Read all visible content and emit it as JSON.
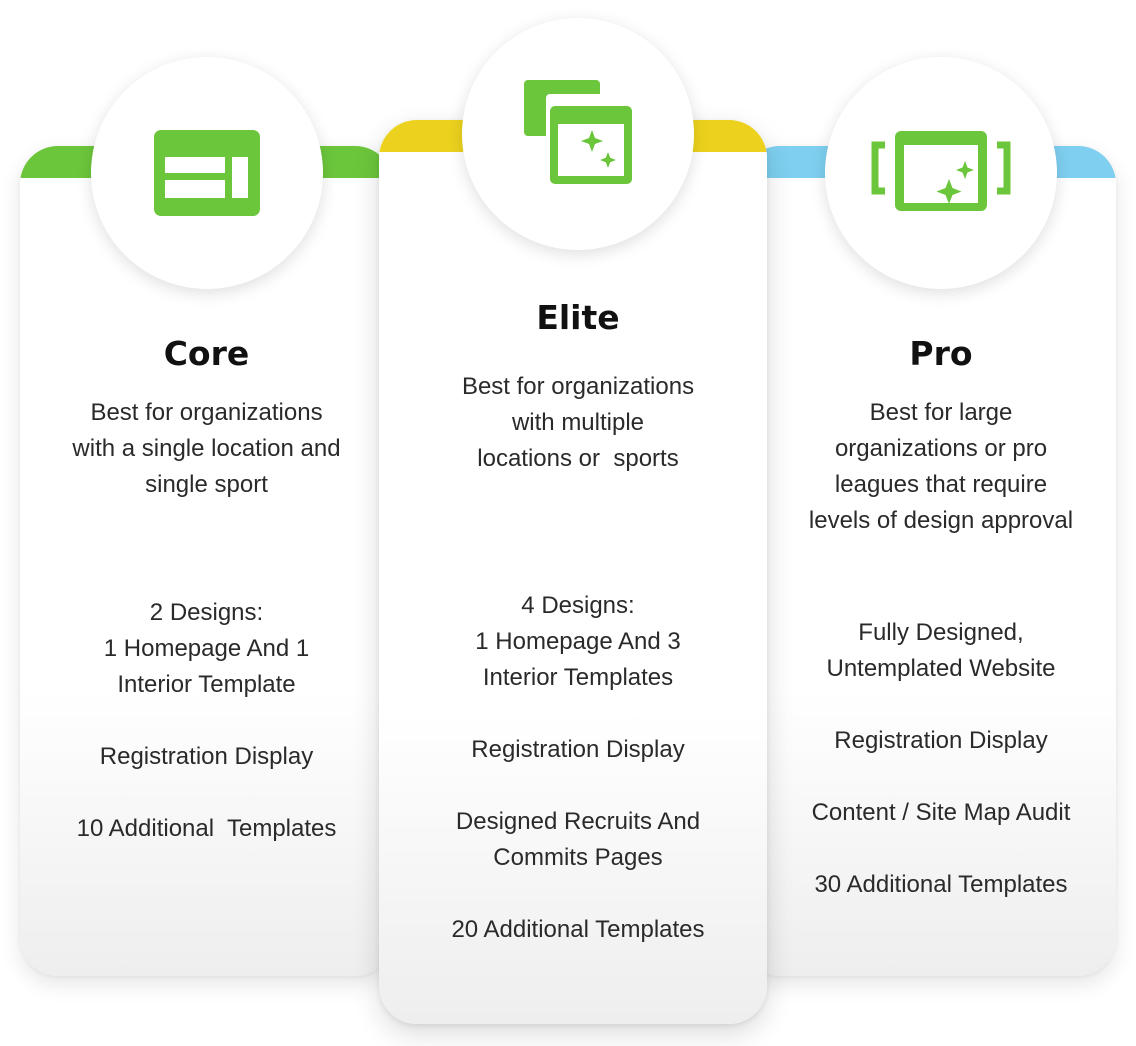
{
  "plans": [
    {
      "name": "Core",
      "accent": "#6cc63c",
      "icon": "layout-template-icon",
      "description": [
        "Best for organizations",
        "with a single location and",
        "single sport"
      ],
      "features": [
        [
          "2 Designs:",
          "1 Homepage And 1",
          "Interior Template"
        ],
        [
          "Registration Display"
        ],
        [
          "10 Additional  Templates"
        ]
      ]
    },
    {
      "name": "Elite",
      "accent": "#ecd21e",
      "icon": "multiple-windows-sparkle-icon",
      "description": [
        "Best for organizations",
        "with multiple",
        "locations or  sports"
      ],
      "features": [
        [
          "4 Designs:",
          "1 Homepage And 3",
          "Interior Templates"
        ],
        [
          "Registration Display"
        ],
        [
          "Designed Recruits And",
          "Commits Pages"
        ],
        [
          "20 Additional Templates"
        ]
      ]
    },
    {
      "name": "Pro",
      "accent": "#7ecff0",
      "icon": "custom-website-sparkle-icon",
      "description": [
        "Best for large",
        "organizations or pro",
        "leagues that require",
        "levels of design approval"
      ],
      "features": [
        [
          "Fully Designed,",
          "Untemplated Website"
        ],
        [
          "Registration Display"
        ],
        [
          "Content / Site Map Audit"
        ],
        [
          "30 Additional Templates"
        ]
      ]
    }
  ],
  "colors": {
    "icon_green": "#6cc63c"
  }
}
